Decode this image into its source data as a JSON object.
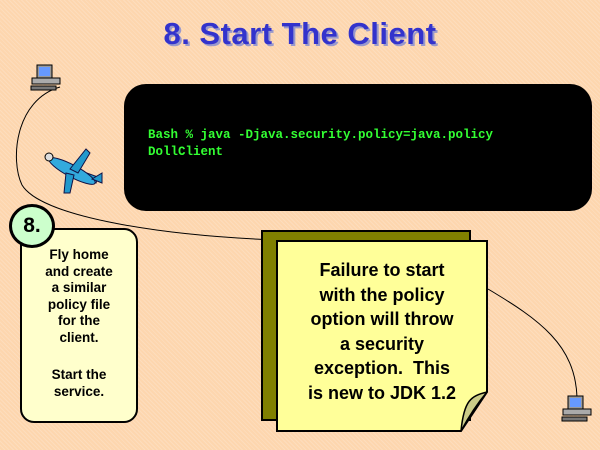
{
  "slide": {
    "title": "8.  Start The Client",
    "terminal": {
      "line1": "Bash % java -Djava.security.policy=java.policy",
      "line2": "DollClient"
    },
    "step": {
      "number": "8.",
      "lines": [
        "Fly home",
        "and create",
        "a similar",
        "policy file",
        "for the",
        "client.",
        "",
        "Start the",
        "service."
      ]
    },
    "note": {
      "lines": [
        "Failure to start",
        "with the policy",
        "option will throw",
        "a security",
        "exception.  This",
        "is new to JDK 1.2"
      ]
    }
  },
  "colors": {
    "title": "#3333cc",
    "terminal_text": "#33ff33",
    "note": "#ffff99",
    "note_shadow": "#808000",
    "step_box": "#ffffcc",
    "badge": "#ccffcc"
  }
}
